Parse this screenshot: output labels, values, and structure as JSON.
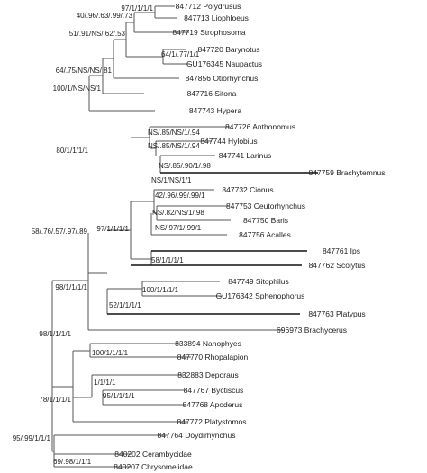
{
  "tree": {
    "taxa": [
      "847712 Polydrusus",
      "847713 Liophloeus",
      "847719 Strophosoma",
      "847720 Barynotus",
      "GU176345 Naupactus",
      "847856 Otiorhynchus",
      "847716 Sitona",
      "847743 Hypera",
      "847726 Anthonomus",
      "847744 Hylobius",
      "847741 Larinus",
      "847759 Brachytemnus",
      "847732 Cionus",
      "847753 Ceutorhynchus",
      "847750 Baris",
      "847756 Acalles",
      "847761 Ips",
      "847762 Scolytus",
      "847749 Sitophilus",
      "GU176342 Sphenophorus",
      "847763 Platypus",
      "696973 Brachycerus",
      "833894 Nanophyes",
      "847770 Rhopalapion",
      "832883 Deporaus",
      "847767 Byctiscus",
      "847768 Apoderus",
      "847772 Platystomos",
      "847764 Doydirhynchus",
      "840202 Cerambycidae",
      "840207 Chrysomelidae"
    ],
    "support": [
      "97/1/1/1/1",
      "40/.96/.63/.99/.73",
      "51/.91/NS/.62/.53",
      "64/1/.77/1/1",
      "64/.75/NS/NS/.81",
      "100/1/NS/NS/1",
      "NS/.85/NS/1/.94",
      "NS/.85/NS/1/.94",
      "NS/.85/.90/1/.98",
      "NS/1/NS/1/1",
      "42/.96/.99/.99/1",
      "NS/.82/NS/1/.98",
      "NS/.97/1/.99/1",
      "58/1/1/1/1",
      "97/1/1/1/1",
      "80/1/1/1/1",
      "100/1/1/1/1",
      "52/1/1/1/1",
      "98/1/1/1/1",
      "58/.76/.57/.97/.89",
      "100/1/1/1/1",
      "98/1/1/1/1",
      "1/1/1/1",
      "95/1/1/1/1",
      "78/1/1/1/1",
      "95/.99/1/1/1",
      "69/.98/1/1/1"
    ]
  }
}
